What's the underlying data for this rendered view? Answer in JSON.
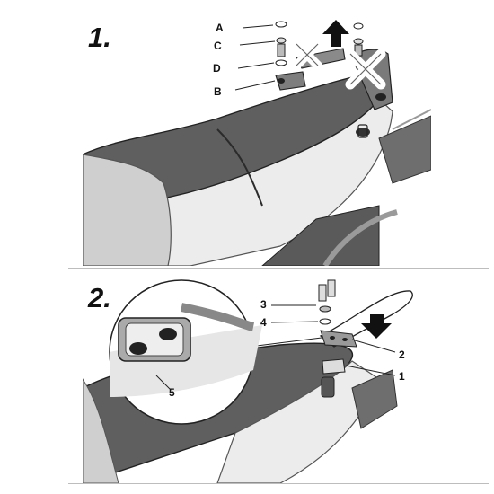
{
  "steps": [
    {
      "number": "1.",
      "parts": [
        "A",
        "C",
        "D",
        "B"
      ],
      "removal_arrow_icon": "arrow-up-icon",
      "remove_mark_icon": "cross-icon"
    },
    {
      "number": "2.",
      "parts": [
        "3",
        "4",
        "2",
        "1"
      ],
      "detail_label": "5",
      "install_arrow_icon": "arrow-down-icon"
    }
  ]
}
